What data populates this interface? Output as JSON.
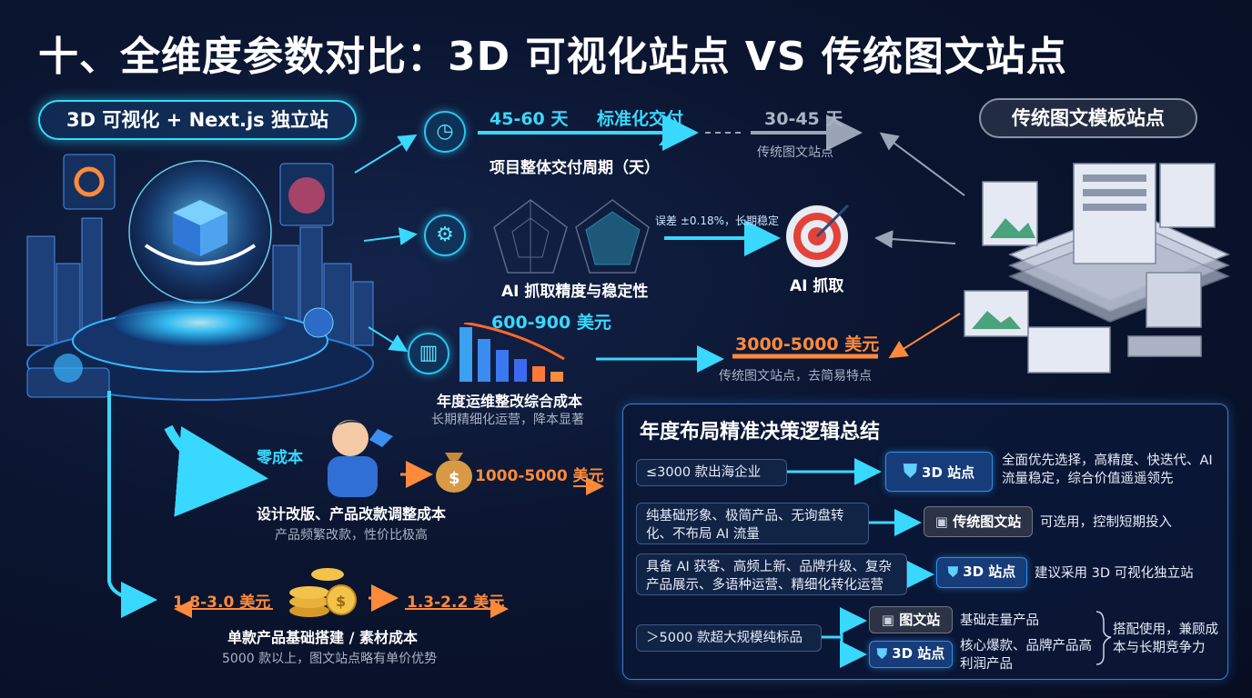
{
  "title": "十、全维度参数对比：3D 可视化站点 VS 传统图文站点",
  "left_label": "3D 可视化 + Next.js 独立站",
  "right_label": "传统图文模板站点",
  "delivery": {
    "value_3d": "45-60 天",
    "std_label": "标准化交付",
    "value_trad": "30-45 天",
    "trad_note": "传统图文站点",
    "caption": "项目整体交付周期（天）"
  },
  "ai": {
    "error_note": "误差 ±0.18%，长期稳定",
    "caption": "AI 抓取精度与稳定性",
    "target_label": "AI 抓取"
  },
  "maintenance": {
    "value_3d": "600-900 美元",
    "value_trad": "3000-5000 美元",
    "trad_note": "传统图文站点，去简易特点",
    "caption": "年度运维整改综合成本",
    "sub": "长期精细化运营，降本显著"
  },
  "redesign": {
    "zero": "零成本",
    "value_trad": "1000-5000 美元",
    "caption": "设计改版、产品改款调整成本",
    "sub": "产品频繁改款，性价比极高"
  },
  "unit_cost": {
    "value_3d": "1.8-3.0 美元",
    "value_trad": "1.3-2.2 美元",
    "caption": "单款产品基础搭建 / 素材成本",
    "sub": "5000 款以上，图文站点略有单价优势"
  },
  "summary": {
    "title": "年度布局精准决策逻辑总结",
    "rows": [
      {
        "cond": "≤3000 款出海企业",
        "tag": "3D 站点",
        "desc": "全面优先选择，高精度、快迭代、AI 流量稳定，综合价值遥遥领先"
      },
      {
        "cond": "纯基础形象、极简产品、无询盘转化、不布局 AI 流量",
        "tag": "传统图文站",
        "desc": "可选用，控制短期投入"
      },
      {
        "cond": "具备 AI 获客、高频上新、品牌升级、复杂产品展示、多语种运营、精细化转化运营",
        "tag": "3D 站点",
        "desc": "建议采用 3D 可视化独立站"
      },
      {
        "cond": "＞5000 款超大规模纯标品",
        "tag_a": "图文站",
        "desc_a": "基础走量产品",
        "tag_b": "3D 站点",
        "desc_b": "核心爆款、品牌产品高利润产品",
        "combo": "搭配使用，兼顾成本与长期竞争力"
      }
    ]
  },
  "colors": {
    "accent_cyan": "#39d8ff",
    "accent_orange": "#ff8a3a",
    "bg": "#0b1530"
  }
}
